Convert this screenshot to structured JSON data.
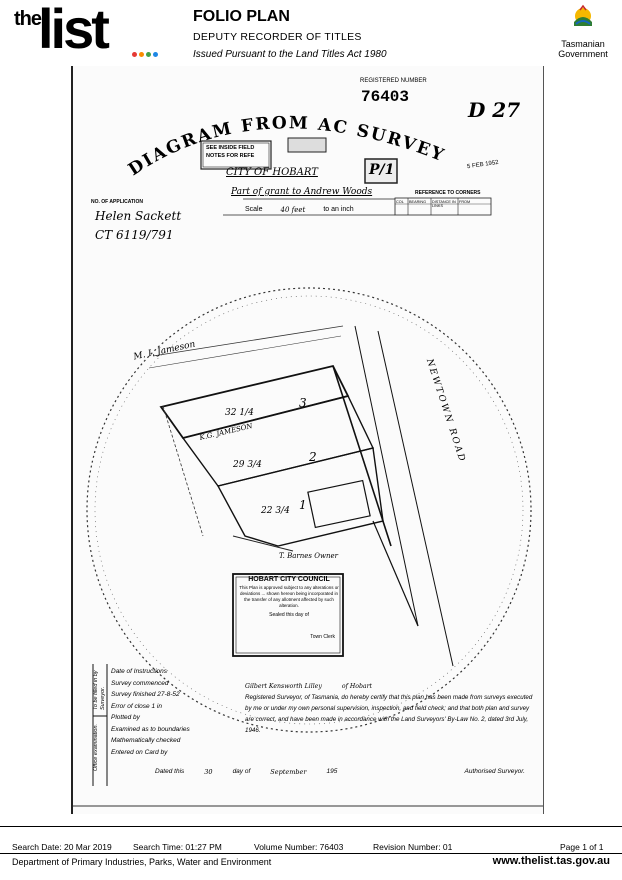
{
  "header": {
    "logo_the": "the",
    "logo_list": "list",
    "title": "FOLIO PLAN",
    "subtitle": "DEPUTY RECORDER OF TITLES",
    "act": "Issued Pursuant to the Land Titles Act 1980",
    "gov_line1": "Tasmanian",
    "gov_line2": "Government"
  },
  "plan": {
    "heading": "DIAGRAM FROM AC  SURVEY",
    "registered_label": "REGISTERED NUMBER",
    "registered_number": "76403",
    "hand_ref": "D  27",
    "p1_stamp": "P/1",
    "stamp_text_1": "SEE INSIDE FIELD",
    "stamp_text_2": "NOTES FOR REFE",
    "city": "CITY OF HOBART",
    "part_of_grant": "Part of grant to Andrew Woods",
    "no_application": "NO. OF APPLICATION",
    "ref_corners": "REFERENCE TO CORNERS",
    "corner_cols": [
      "COL",
      "BEARING",
      "DISTANCE IN LINKS",
      "FROM"
    ],
    "scale_label": "Scale",
    "scale_value": "40 feet",
    "scale_unit": "to an inch",
    "hand_name": "Helen Sackett",
    "hand_ct": "CT 6119/791",
    "stamp_date": "5 FEB 1952",
    "road_name": "NEWTOWN ROAD",
    "jameson": "M. I. Jameson",
    "kg_jameson": "K.G. JAMESON",
    "lot1": "1",
    "lot2": "2",
    "lot3": "3",
    "area3": "32 1/4",
    "area2": "29 3/4",
    "area1": "22 3/4",
    "barnes": "T. Barnes Owner",
    "council_title": "HOBART CITY COUNCIL",
    "council_text": "This Plan is approved subject to any alterations or deviations ... shown hereon being incorporated in the transfer of any allotment affected by such alteration.",
    "council_sealed": "Sealed this day of",
    "council_town_clerk": "Town Clerk",
    "side_label_1": "To be filled in by Surveyor.",
    "side_label_2": "Office examination.",
    "lines": [
      "Date of Instructions",
      "Survey commenced",
      "Survey finished 27-8-52",
      "Error of close 1 in",
      "Plotted by",
      "Examined as to boundaries",
      "Mathematically checked",
      "Entered on Card by"
    ],
    "certify_name": "Gilbert Kensworth Lilley",
    "certify_of": "of Hobart",
    "certify_text": "Registered Surveyor, of Tasmania, do hereby certify that this plan has been made from surveys executed by me or under my own personal supervision, inspection, and field check; and that both plan and survey are correct, and have been made in accordance with the Land Surveyors' By-Law No. 2, dated 3rd July, 1946.",
    "dated": "Dated this",
    "day_num": "30",
    "day_of": "day of",
    "month": "September",
    "year": "195",
    "auth": "Authorised Surveyor."
  },
  "footer": {
    "search_date": "Search Date: 20 Mar 2019",
    "search_time": "Search Time: 01:27 PM",
    "volume": "Volume Number: 76403",
    "revision": "Revision Number: 01",
    "page": "Page 1 of  1",
    "dept": "Department of Primary Industries, Parks, Water and Environment",
    "site": "www.thelist.tas.gov.au"
  },
  "colors": {
    "logo_dots": [
      "#e53935",
      "#fb8c00",
      "#43a047",
      "#1e88e5"
    ]
  }
}
